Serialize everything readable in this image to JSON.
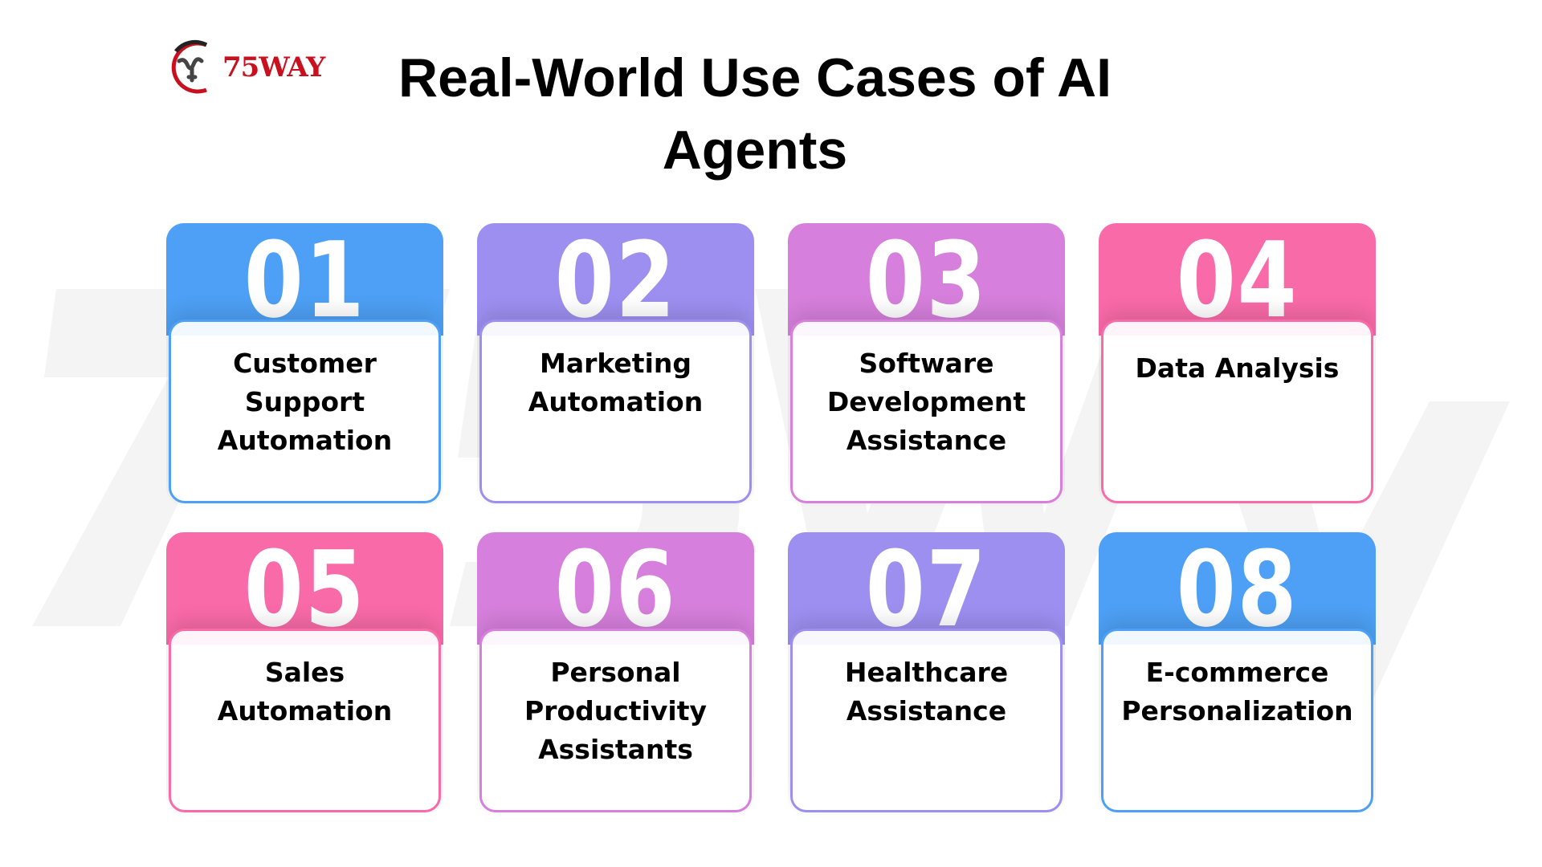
{
  "brand": {
    "logo_text": "75WAY",
    "watermark": "75Way"
  },
  "title": "Real-World Use Cases of AI Agents",
  "colors": {
    "blue": "#4da0f5",
    "purple": "#9c8ff0",
    "violet": "#d67fdc",
    "pink": "#f96aa8"
  },
  "cards": [
    {
      "number": "01",
      "label": "Customer Support Automation",
      "color": "blue"
    },
    {
      "number": "02",
      "label": "Marketing Automation",
      "color": "purple"
    },
    {
      "number": "03",
      "label": "Software Development Assistance",
      "color": "violet"
    },
    {
      "number": "04",
      "label": "Data Analysis",
      "color": "pink"
    },
    {
      "number": "05",
      "label": "Sales Automation",
      "color": "pink"
    },
    {
      "number": "06",
      "label": "Personal Productivity Assistants",
      "color": "violet"
    },
    {
      "number": "07",
      "label": "Healthcare Assistance",
      "color": "purple"
    },
    {
      "number": "08",
      "label": "E-commerce Personalization",
      "color": "blue"
    }
  ]
}
